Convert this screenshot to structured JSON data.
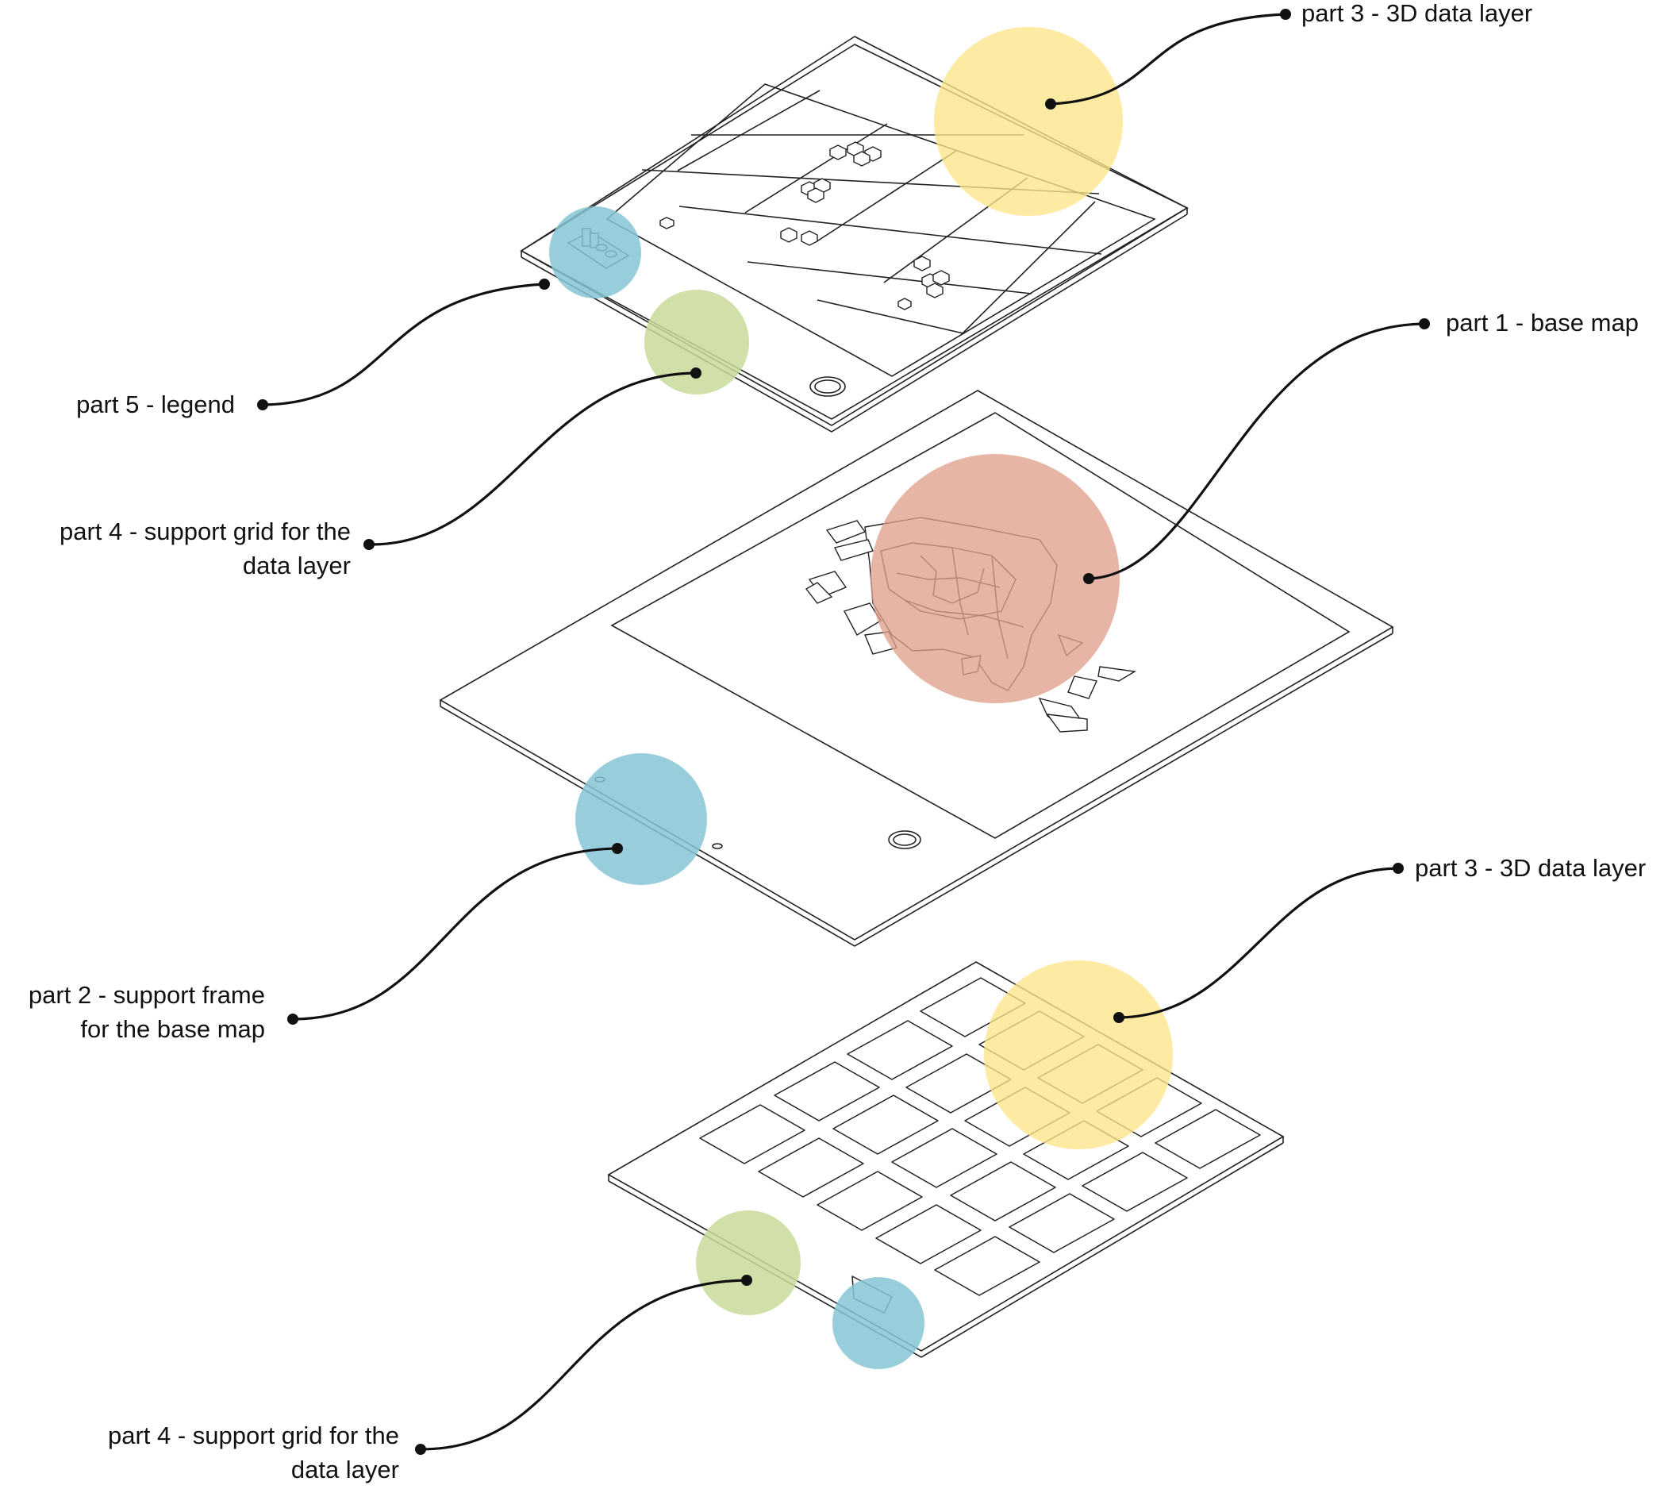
{
  "labels": {
    "top_data_layer": "part 3 - 3D data layer",
    "base_map": "part 1 - base map",
    "legend": "part 5 - legend",
    "upper_support_grid": [
      "part 4 - support grid for the",
      "data layer"
    ],
    "support_frame": [
      "part 2 - support frame",
      "for the base map"
    ],
    "bottom_data_layer": "part 3 - 3D data layer",
    "lower_support_grid": [
      "part 4 - support grid for the",
      "data layer"
    ]
  },
  "colors": {
    "data_layer": "#fde68a",
    "base_map": "#e0a08c",
    "legend_and_frame": "#86c5d6",
    "support_grid": "#c9d99a",
    "line": "#111111"
  }
}
